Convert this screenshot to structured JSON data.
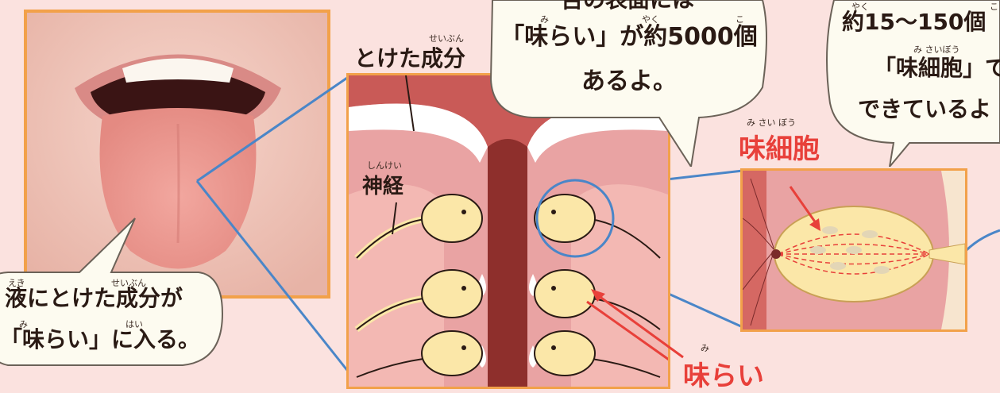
{
  "tongue_photo": {
    "caption_line1": "液にとけた成分が",
    "caption_line2": "「味らい」に入る。",
    "ruby_eki": "えき",
    "ruby_seibun": "せいぶん",
    "ruby_mi": "み",
    "ruby_hai": "はい"
  },
  "top_bubble": {
    "line1": "舌の表面には",
    "line2": "「味らい」が約5000個",
    "line3": "あるよ。",
    "ruby_mi": "み",
    "ruby_yaku": "やく",
    "ruby_ko": "こ"
  },
  "right_bubble": {
    "line1": "約15～150個",
    "line2": "「味細胞」で",
    "line3": "できているよ",
    "ruby_yaku": "やく",
    "ruby_ko": "こ",
    "ruby_misaibou": "み さいぼう"
  },
  "labels": {
    "toketa_seibun": "とけた成分",
    "ruby_seibun": "せいぶん",
    "shinkei": "神経",
    "ruby_shinkei": "しんけい",
    "misaibou": "味細胞",
    "ruby_misaibou": "み さい ぼう",
    "mirai": "味らい",
    "ruby_mirai": "み"
  },
  "colors": {
    "background": "#fbe2df",
    "frame_orange": "#f2a14a",
    "zoom_blue": "#4a86c8",
    "label_red": "#e8403a",
    "tissue_pink": "#e9a3a3",
    "taste_bud_yellow": "#fbe7a8"
  }
}
